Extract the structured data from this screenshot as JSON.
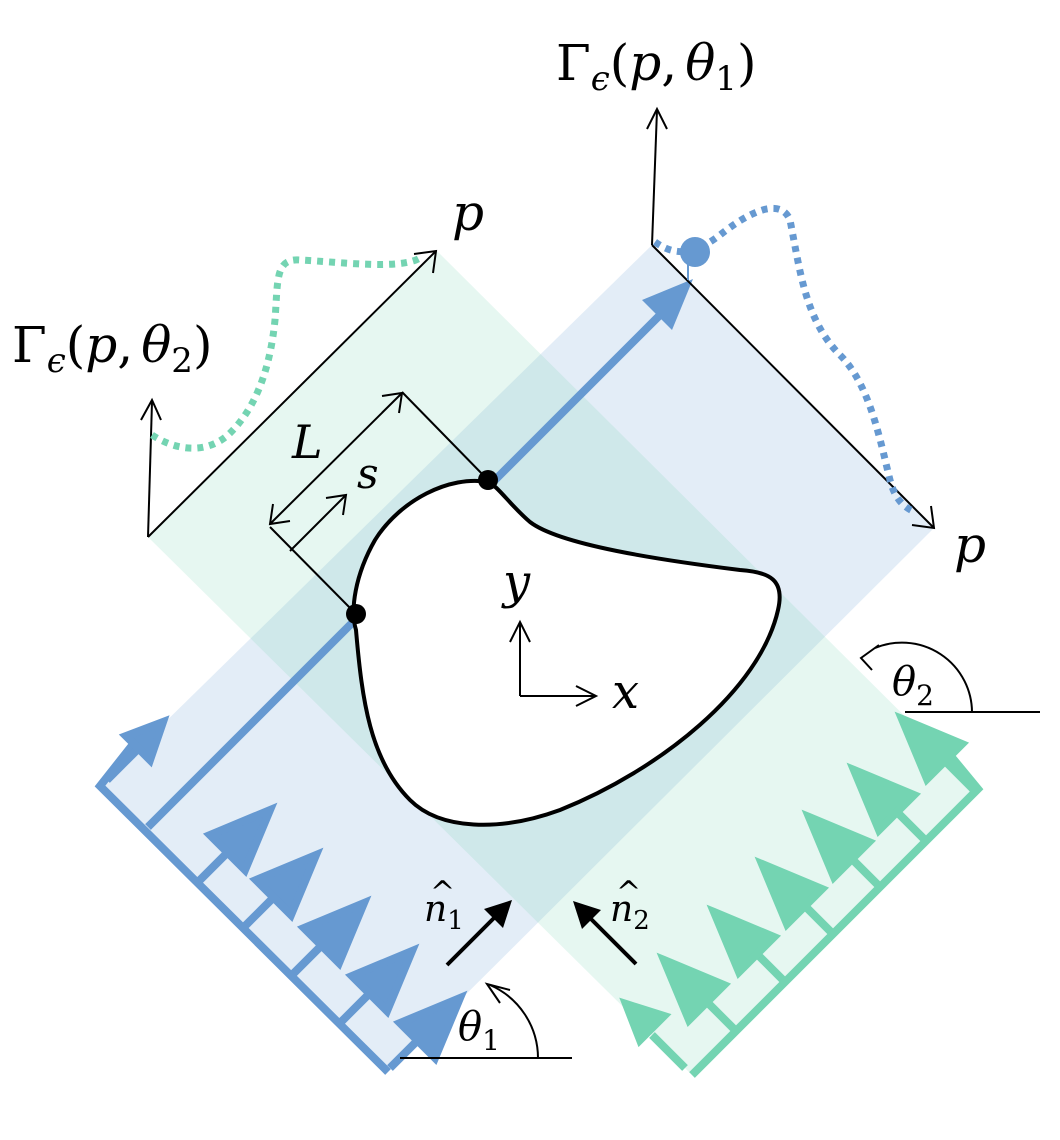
{
  "labels": {
    "gamma": "Γ",
    "epsilon": "ϵ",
    "open_paren": "(",
    "close_paren": ")",
    "p": "p",
    "comma": ",",
    "theta": "θ",
    "sub1": "1",
    "sub2": "2",
    "L": "L",
    "s": "s",
    "x": "x",
    "y": "y",
    "n": "n",
    "hat": "^"
  },
  "colors": {
    "blue": "#6699d1",
    "green": "#74d4b2",
    "blue_fill": "#dde6f4",
    "green_fill": "#ddf4ec",
    "outline": "#000000"
  }
}
